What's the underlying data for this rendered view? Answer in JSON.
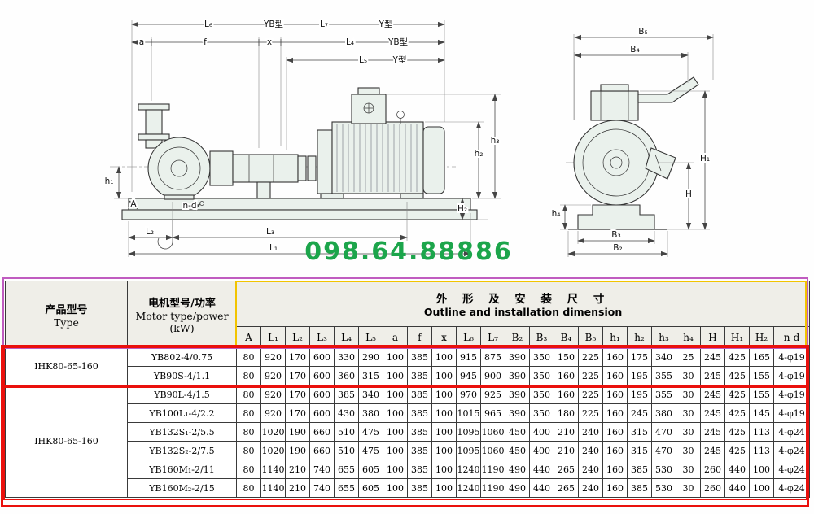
{
  "watermark": "098.64.88886",
  "drawing": {
    "l6": "L₆",
    "yb_top": "YB型",
    "l7": "L₇",
    "y_top": "Y型",
    "a": "a",
    "f": "f",
    "x": "x",
    "l4": "L₄",
    "yb_mid": "YB型",
    "l5": "L₅",
    "y_mid": "Y型",
    "h1": "h₁",
    "h2": "h₂",
    "h3": "h₃",
    "H2": "H₂",
    "A": "A",
    "nd": "n-d",
    "l2": "L₂",
    "l3": "L₃",
    "l1": "L₁",
    "b5": "B₅",
    "b4": "B₄",
    "h4": "h₄",
    "H1": "H₁",
    "H": "H",
    "b3": "B₃",
    "b2": "B₂"
  },
  "table": {
    "header": {
      "type_cn": "产品型号",
      "type_en": "Type",
      "motor_cn": "电机型号/功率",
      "motor_en": "Motor type/power",
      "motor_unit": "(kW)",
      "dim_cn": "外 形 及 安 装 尺 寸",
      "dim_en": "Outline and installation dimension",
      "columns": [
        "A",
        "L₁",
        "L₂",
        "L₃",
        "L₄",
        "L₅",
        "a",
        "f",
        "x",
        "L₆",
        "L₇",
        "B₂",
        "B₃",
        "B₄",
        "B₅",
        "h₁",
        "h₂",
        "h₃",
        "h₄",
        "H",
        "H₁",
        "H₂",
        "n-d"
      ]
    },
    "groups": [
      {
        "type": "IHK80-65-160",
        "rows": [
          {
            "motor": "YB802-4/0.75",
            "values": [
              "80",
              "920",
              "170",
              "600",
              "330",
              "290",
              "100",
              "385",
              "100",
              "915",
              "875",
              "390",
              "350",
              "150",
              "225",
              "160",
              "175",
              "340",
              "25",
              "245",
              "425",
              "165",
              "4-φ19"
            ]
          },
          {
            "motor": "YB90S-4/1.1",
            "values": [
              "80",
              "920",
              "170",
              "600",
              "360",
              "315",
              "100",
              "385",
              "100",
              "945",
              "900",
              "390",
              "350",
              "160",
              "225",
              "160",
              "195",
              "355",
              "30",
              "245",
              "425",
              "155",
              "4-φ19"
            ]
          }
        ]
      },
      {
        "type": "IHK80-65-160",
        "rows": [
          {
            "motor": "YB90L-4/1.5",
            "values": [
              "80",
              "920",
              "170",
              "600",
              "385",
              "340",
              "100",
              "385",
              "100",
              "970",
              "925",
              "390",
              "350",
              "160",
              "225",
              "160",
              "195",
              "355",
              "30",
              "245",
              "425",
              "155",
              "4-φ19"
            ]
          },
          {
            "motor": "YB100L₁-4/2.2",
            "values": [
              "80",
              "920",
              "170",
              "600",
              "430",
              "380",
              "100",
              "385",
              "100",
              "1015",
              "965",
              "390",
              "350",
              "180",
              "225",
              "160",
              "245",
              "380",
              "30",
              "245",
              "425",
              "145",
              "4-φ19"
            ]
          },
          {
            "motor": "YB132S₁-2/5.5",
            "values": [
              "80",
              "1020",
              "190",
              "660",
              "510",
              "475",
              "100",
              "385",
              "100",
              "1095",
              "1060",
              "450",
              "400",
              "210",
              "240",
              "160",
              "315",
              "470",
              "30",
              "245",
              "425",
              "113",
              "4-φ24"
            ]
          },
          {
            "motor": "YB132S₂-2/7.5",
            "values": [
              "80",
              "1020",
              "190",
              "660",
              "510",
              "475",
              "100",
              "385",
              "100",
              "1095",
              "1060",
              "450",
              "400",
              "210",
              "240",
              "160",
              "315",
              "470",
              "30",
              "245",
              "425",
              "113",
              "4-φ24"
            ]
          },
          {
            "motor": "YB160M₁-2/11",
            "values": [
              "80",
              "1140",
              "210",
              "740",
              "655",
              "605",
              "100",
              "385",
              "100",
              "1240",
              "1190",
              "490",
              "440",
              "265",
              "240",
              "160",
              "385",
              "530",
              "30",
              "260",
              "440",
              "100",
              "4-φ24"
            ]
          },
          {
            "motor": "YB160M₂-2/15",
            "values": [
              "80",
              "1140",
              "210",
              "740",
              "655",
              "605",
              "100",
              "385",
              "100",
              "1240",
              "1190",
              "490",
              "440",
              "265",
              "240",
              "160",
              "385",
              "530",
              "30",
              "260",
              "440",
              "100",
              "4-φ24"
            ]
          }
        ]
      }
    ]
  }
}
